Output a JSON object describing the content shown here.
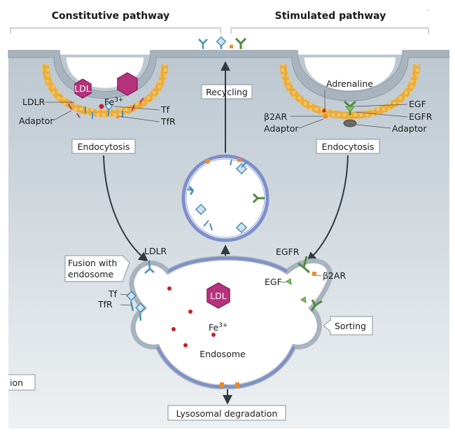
{
  "headers": {
    "constitutive": "Constitutive pathway",
    "stimulated": "Stimulated pathway"
  },
  "boxes": {
    "recycling": "Recycling",
    "endocytosis_left": "Endocytosis",
    "endocytosis_right": "Endocytosis",
    "fusion_line1": "Fusion with",
    "fusion_line2": "endosome",
    "sorting": "Sorting",
    "lysosomal": "Lysosomal degradation",
    "cut_off": "ion"
  },
  "labels": {
    "ldlr_left": "LDLR",
    "adaptor_left": "Adaptor",
    "ldl_top": "LDL",
    "fe_base": "Fe",
    "fe_sup": "3+",
    "tf_top": "Tf",
    "tfr_top": "TfR",
    "adrenaline": "Adrenaline",
    "beta2ar_top": "β2AR",
    "adaptor_right_a": "Adaptor",
    "egf_top": "EGF",
    "egfr_top": "EGFR",
    "adaptor_right_b": "Adaptor",
    "ldlr_endo": "LDLR",
    "tf_endo": "Tf",
    "tfr_endo": "TfR",
    "ldl_endo": "LDL",
    "fe_endo_base": "Fe",
    "fe_endo_sup": "3+",
    "endosome": "Endosome",
    "egfr_endo": "EGFR",
    "beta2ar_endo": "β2AR",
    "egf_endo": "EGF"
  },
  "colors": {
    "membrane_fill": "#a7b3bd",
    "membrane_line": "#8d99a3",
    "vesicle_ring": "#7e8fca",
    "coat": "#f2b134",
    "ldl": "#b5327d",
    "tf_receptor": "#4b8fb7",
    "egfr": "#4f8a3d",
    "fe": "#c9202e",
    "arrow": "#2f3a42"
  },
  "icons": {
    "ldl": "hexagon-icon",
    "iron": "red-dot-icon",
    "receptor": "y-shaped-receptor-icon"
  }
}
